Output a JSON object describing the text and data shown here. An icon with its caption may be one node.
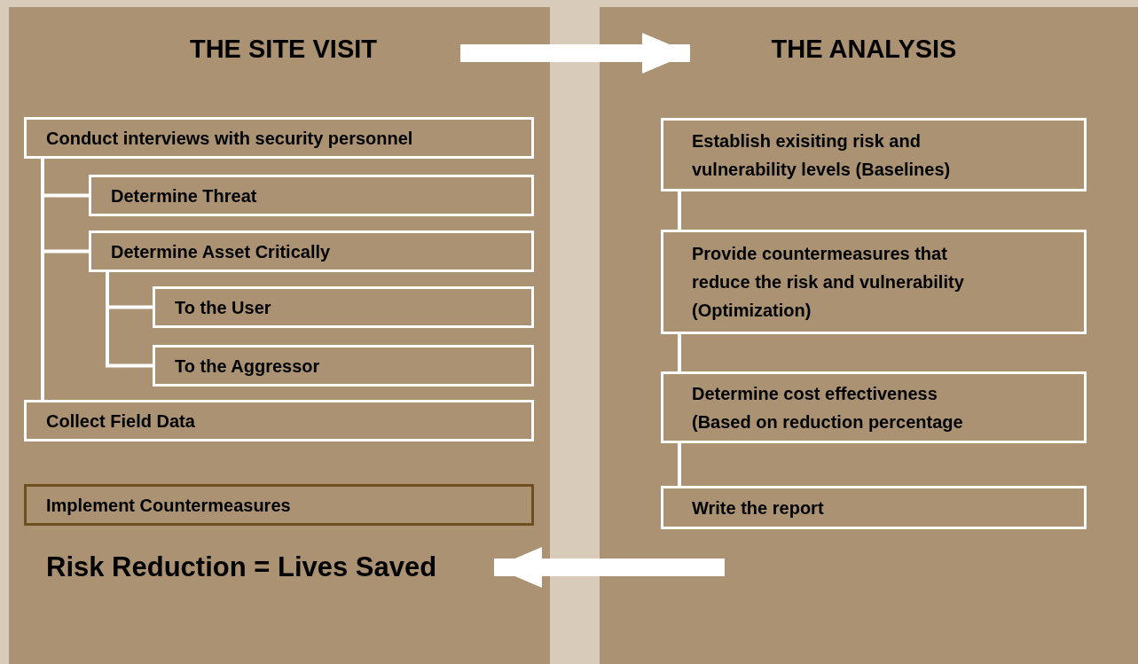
{
  "diagram": {
    "nodes": [
      {
        "text": [],
        "shape": "box"
      },
      {
        "text": [
          "THE SITE VISIT"
        ],
        "in": 0
      },
      {
        "text": [],
        "shape": "box"
      },
      {
        "text": [
          "THE ANALYSIS"
        ],
        "in": 2
      },
      {
        "text": [
          "Conduct interviews with security personnel"
        ],
        "in": 0
      },
      {
        "text": [
          "Determine Threat"
        ],
        "in": 0
      },
      {
        "text": [
          "Determine Asset Critically"
        ],
        "in": 0
      },
      {
        "text": [
          "To the User"
        ],
        "in": 0
      },
      {
        "text": [
          "To the Aggressor"
        ],
        "in": 0
      },
      {
        "text": [
          "Collect Field Data"
        ],
        "in": 0
      },
      {
        "text": [
          "Implement Countermeasures"
        ],
        "in": 0
      },
      {
        "text": [
          "Risk Reduction = Lives Saved"
        ],
        "in": 0
      },
      {
        "text": [
          "Establish exisiting risk and vulnerability levels (Baselines)"
        ],
        "in": 2
      },
      {
        "text": [
          "Provide countermeasures that reduce the risk and vulnerability (Optimization)"
        ],
        "in": 2
      },
      {
        "text": [
          "Determine cost effectiveness (Based on reduction percentage"
        ],
        "in": 2
      },
      {
        "text": [
          "Write the report"
        ],
        "in": 2
      }
    ],
    "edges": [
      {
        "from": 0,
        "to": 2,
        "arrow": "to",
        "style": "thick"
      },
      {
        "from": 4,
        "to": 5,
        "arrow": "none"
      },
      {
        "from": 4,
        "to": 6,
        "arrow": "none"
      },
      {
        "from": 4,
        "to": 9,
        "arrow": "none"
      },
      {
        "from": 6,
        "to": 7,
        "arrow": "none"
      },
      {
        "from": 6,
        "to": 8,
        "arrow": "none"
      },
      {
        "from": 12,
        "to": 13,
        "arrow": "none"
      },
      {
        "from": 13,
        "to": 14,
        "arrow": "none"
      },
      {
        "from": 14,
        "to": 15,
        "arrow": "none"
      },
      {
        "from": null,
        "to": 11,
        "arrow": "to",
        "style": "thick"
      }
    ]
  }
}
